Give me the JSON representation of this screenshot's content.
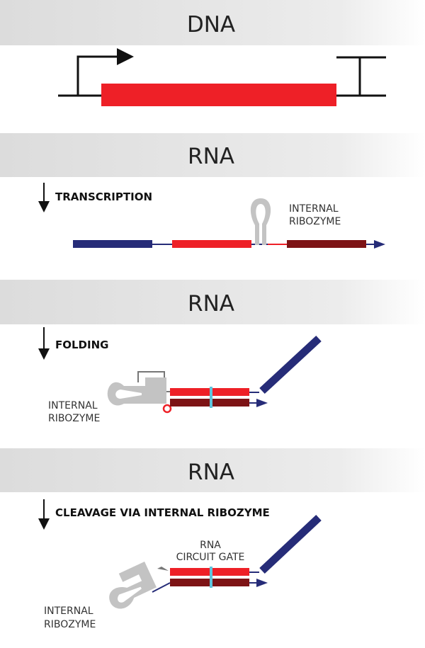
{
  "sections": [
    {
      "title": "DNA"
    },
    {
      "title": "RNA",
      "step": "TRANSCRIPTION",
      "label_line1": "INTERNAL",
      "label_line2": "RIBOZYME"
    },
    {
      "title": "RNA",
      "step": "FOLDING",
      "label_line1": "INTERNAL",
      "label_line2": "RIBOZYME"
    },
    {
      "title": "RNA",
      "step": "CLEAVAGE VIA INTERNAL RIBOZYME",
      "label_line1": "INTERNAL",
      "label_line2": "RIBOZYME",
      "gate_line1": "RNA",
      "gate_line2": "CIRCUIT GATE"
    }
  ],
  "colors": {
    "red": "#ee2027",
    "dark_red": "#7d1315",
    "blue": "#262c78",
    "grey": "#c3c3c3",
    "cyan": "#5fc4dc",
    "band": "#e4e4e4"
  }
}
